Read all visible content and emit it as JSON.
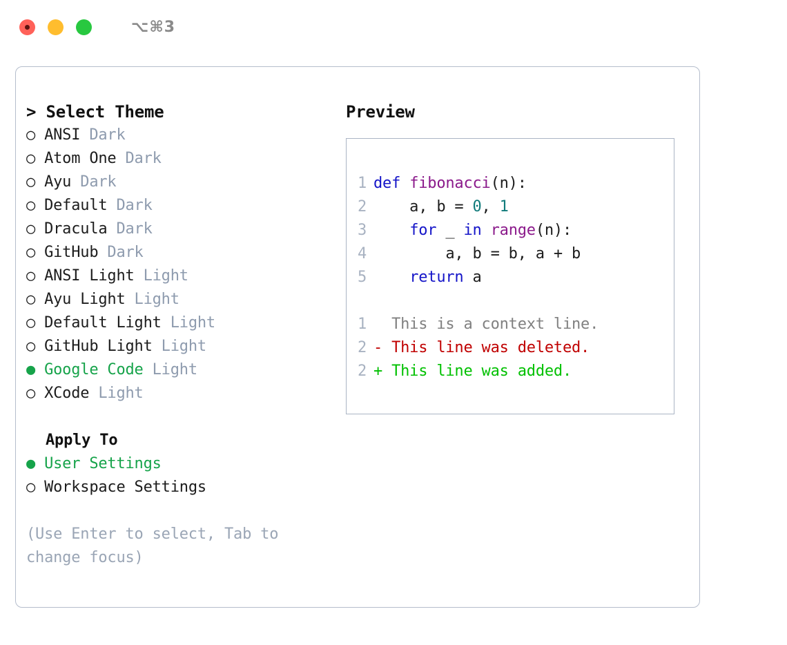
{
  "window": {
    "shortcut": "⌥⌘3",
    "traffic_lights": [
      {
        "name": "close",
        "color": "#ff6159"
      },
      {
        "name": "minimize",
        "color": "#ffbd2e"
      },
      {
        "name": "maximize",
        "color": "#28c840"
      }
    ]
  },
  "theme_picker": {
    "header": "> Select Theme",
    "bullet_selected": "●",
    "bullet_unselected": "○",
    "accent_color": "#16a34a",
    "tag_color": "#8e9bae",
    "items": [
      {
        "bullet": "○",
        "name": "ANSI",
        "tag": "Dark",
        "selected": false
      },
      {
        "bullet": "○",
        "name": "Atom One",
        "tag": "Dark",
        "selected": false
      },
      {
        "bullet": "○",
        "name": "Ayu",
        "tag": "Dark",
        "selected": false
      },
      {
        "bullet": "○",
        "name": "Default",
        "tag": "Dark",
        "selected": false
      },
      {
        "bullet": "○",
        "name": "Dracula",
        "tag": "Dark",
        "selected": false
      },
      {
        "bullet": "○",
        "name": "GitHub",
        "tag": "Dark",
        "selected": false
      },
      {
        "bullet": "○",
        "name": "ANSI Light",
        "tag": "Light",
        "selected": false
      },
      {
        "bullet": "○",
        "name": "Ayu Light",
        "tag": "Light",
        "selected": false
      },
      {
        "bullet": "○",
        "name": "Default Light",
        "tag": "Light",
        "selected": false
      },
      {
        "bullet": "○",
        "name": "GitHub Light",
        "tag": "Light",
        "selected": false
      },
      {
        "bullet": "●",
        "name": "Google Code",
        "tag": "Light",
        "selected": true
      },
      {
        "bullet": "○",
        "name": "XCode",
        "tag": "Light",
        "selected": false
      }
    ]
  },
  "apply_to": {
    "title": "Apply To",
    "items": [
      {
        "bullet": "●",
        "name": "User Settings",
        "selected": true
      },
      {
        "bullet": "○",
        "name": "Workspace Settings",
        "selected": false
      }
    ]
  },
  "hint": "(Use Enter to select, Tab to change focus)",
  "preview": {
    "title": "Preview",
    "code_lines": [
      {
        "lineno": "1",
        "tokens": [
          {
            "t": "def ",
            "c": "kw"
          },
          {
            "t": "fibonacci",
            "c": "fn"
          },
          {
            "t": "(n):",
            "c": "pl"
          }
        ]
      },
      {
        "lineno": "2",
        "tokens": [
          {
            "t": "    a, b = ",
            "c": "pl"
          },
          {
            "t": "0",
            "c": "num"
          },
          {
            "t": ", ",
            "c": "pl"
          },
          {
            "t": "1",
            "c": "num"
          }
        ]
      },
      {
        "lineno": "3",
        "tokens": [
          {
            "t": "    ",
            "c": "pl"
          },
          {
            "t": "for",
            "c": "kw"
          },
          {
            "t": " _ ",
            "c": "pl"
          },
          {
            "t": "in",
            "c": "kw"
          },
          {
            "t": " ",
            "c": "pl"
          },
          {
            "t": "range",
            "c": "fn"
          },
          {
            "t": "(n):",
            "c": "pl"
          }
        ]
      },
      {
        "lineno": "4",
        "tokens": [
          {
            "t": "        a, b = b, a + b",
            "c": "pl"
          }
        ]
      },
      {
        "lineno": "5",
        "tokens": [
          {
            "t": "    ",
            "c": "pl"
          },
          {
            "t": "return",
            "c": "kw"
          },
          {
            "t": " a",
            "c": "pl"
          }
        ]
      }
    ],
    "diff_lines": [
      {
        "lineno": "1",
        "marker": " ",
        "text": "This is a context line.",
        "kind": "ctx"
      },
      {
        "lineno": "2",
        "marker": "-",
        "text": "This line was deleted.",
        "kind": "del"
      },
      {
        "lineno": "2",
        "marker": "+",
        "text": "This line was added.",
        "kind": "add"
      }
    ]
  }
}
